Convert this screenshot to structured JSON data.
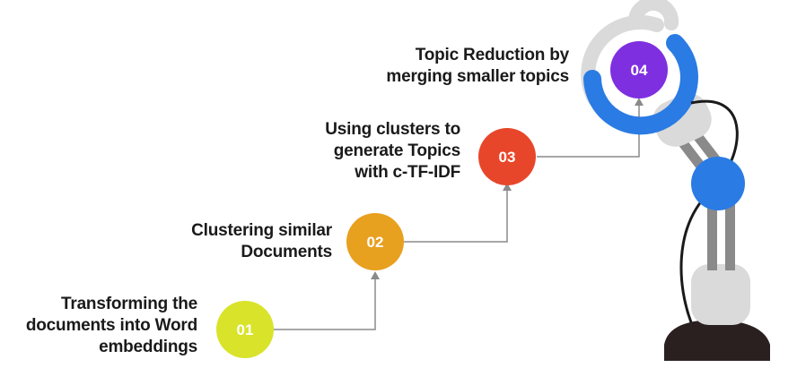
{
  "steps": [
    {
      "number": "01",
      "label": "Transforming the\ndocuments into Word\nembeddings",
      "color": "#d9e32a"
    },
    {
      "number": "02",
      "label": "Clustering similar\nDocuments",
      "color": "#e8a01f"
    },
    {
      "number": "03",
      "label": "Using clusters to\ngenerate Topics\nwith c-TF-IDF",
      "color": "#e8462a"
    },
    {
      "number": "04",
      "label": "Topic Reduction by\nmerging smaller topics",
      "color": "#7e2fe0"
    }
  ],
  "colors": {
    "robot_blue": "#2a7be4",
    "robot_gray": "#dadada",
    "robot_dark_gray": "#8a8a8a",
    "robot_base": "#2a2020",
    "cable": "#1a1a1a",
    "connector": "#8a8a8a"
  }
}
